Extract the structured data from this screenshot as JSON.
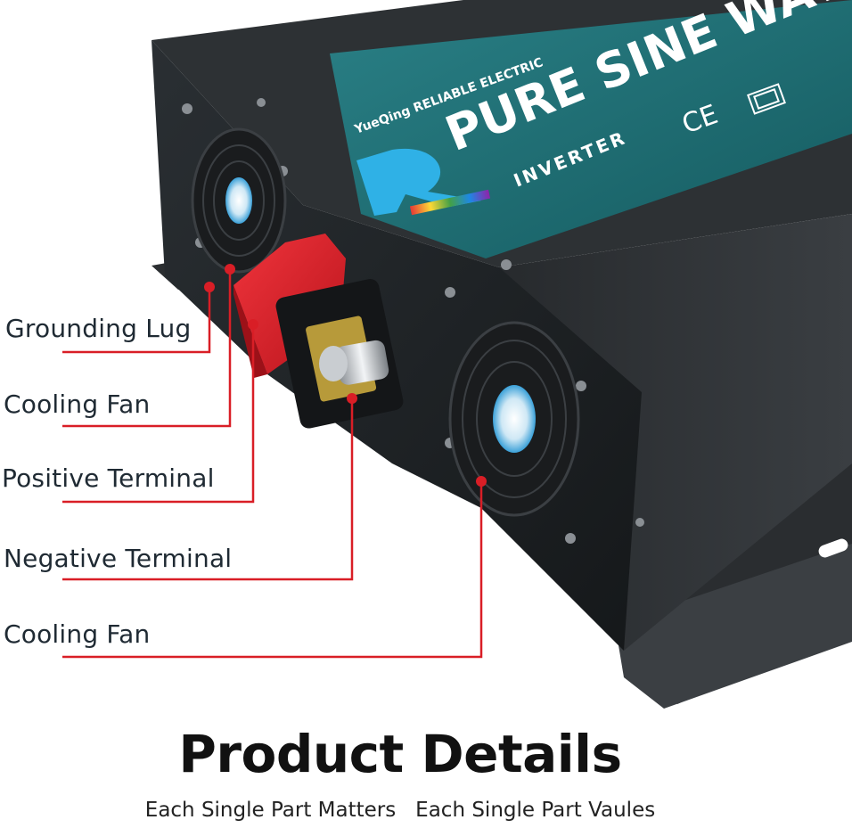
{
  "brand": {
    "maker_line": "YueQing RELIABLE ELECTRIC",
    "headline": "PURE SINE WAVE INVE",
    "product_word": "INVERTER",
    "cert_mark": "CE",
    "logo_letter": "R"
  },
  "colors": {
    "panel_teal": "#1d6e73",
    "chassis": "#1f2326",
    "terminal_red": "#d6202a",
    "callout_red": "#d91e26"
  },
  "callouts": [
    {
      "label": "Grounding Lug"
    },
    {
      "label": "Cooling Fan"
    },
    {
      "label": "Positive Terminal"
    },
    {
      "label": "Negative Terminal"
    },
    {
      "label": "Cooling Fan"
    }
  ],
  "footer": {
    "title": "Product Details",
    "subtitle": "Each Single Part Matters   Each Single Part Vaules"
  }
}
